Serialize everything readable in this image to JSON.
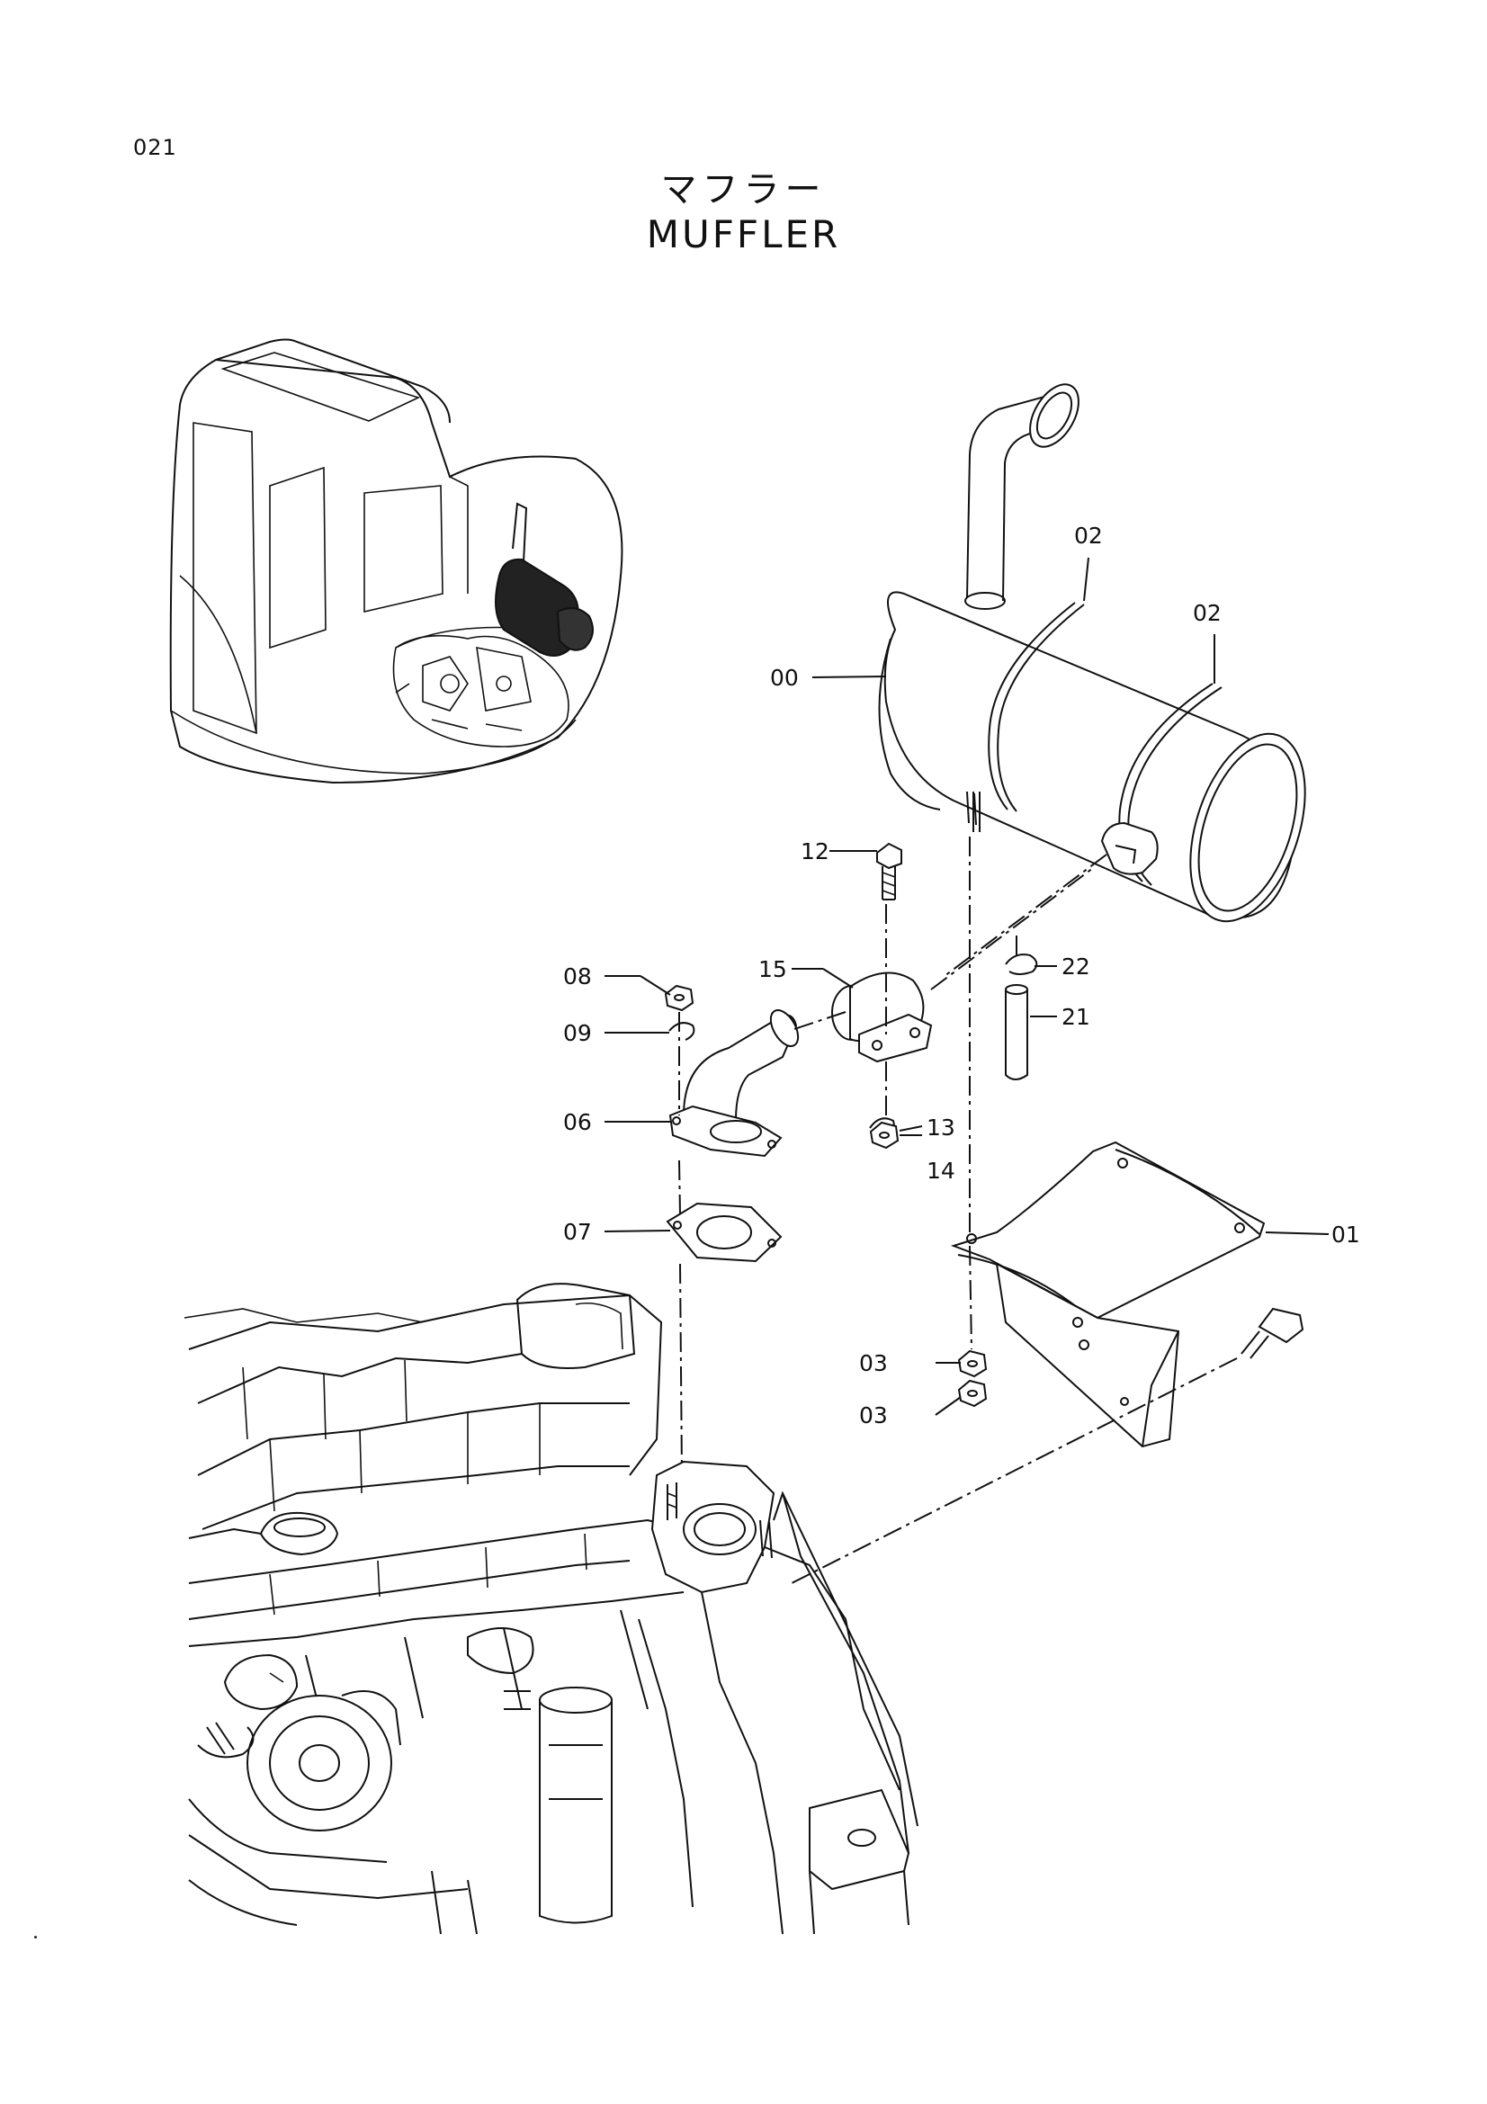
{
  "header": {
    "page_number": "021",
    "title_japanese": "マフラー",
    "title_english": "MUFFLER"
  },
  "part_labels": {
    "p00": "00",
    "p01": "01",
    "p02a": "02",
    "p02b": "02",
    "p03a": "03",
    "p03b": "03",
    "p06": "06",
    "p07": "07",
    "p08": "08",
    "p09": "09",
    "p12": "12",
    "p13": "13",
    "p14": "14",
    "p15": "15",
    "p21": "21",
    "p22": "22"
  }
}
